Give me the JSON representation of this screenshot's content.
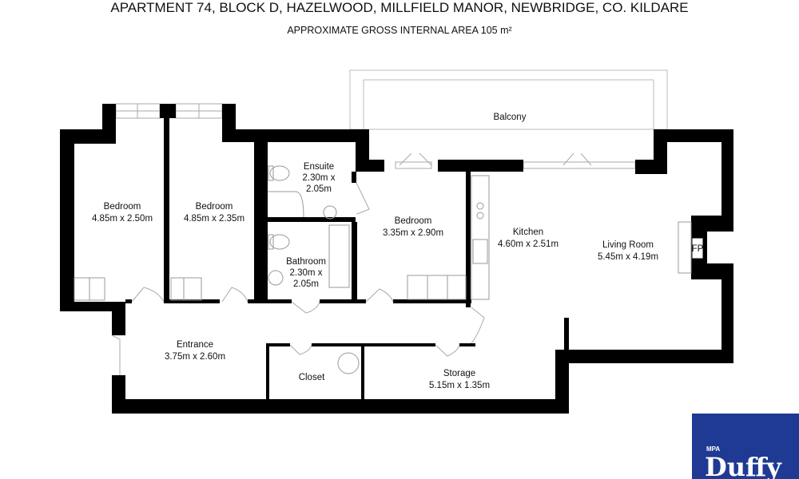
{
  "header": {
    "title": "APARTMENT 74, BLOCK D, HAZELWOOD, MILLFIELD MANOR, NEWBRIDGE, CO. KILDARE",
    "subtitle": "APPROXIMATE GROSS INTERNAL AREA 105 m²"
  },
  "rooms": {
    "balcony": {
      "name": "Balcony"
    },
    "bedroom1": {
      "name": "Bedroom",
      "size": "4.85m x 2.50m"
    },
    "bedroom2": {
      "name": "Bedroom",
      "size": "4.85m x 2.35m"
    },
    "ensuite": {
      "name": "Ensuite",
      "size1": "2.30m x",
      "size2": "2.05m"
    },
    "bathroom": {
      "name": "Bathroom",
      "size1": "2.30m x",
      "size2": "2.05m"
    },
    "bedroom3": {
      "name": "Bedroom",
      "size": "3.35m x 2.90m"
    },
    "kitchen": {
      "name": "Kitchen",
      "size": "4.60m x 2.51m"
    },
    "living": {
      "name": "Living Room",
      "size": "5.45m x 4.19m"
    },
    "fireplace": {
      "name": "FP"
    },
    "entrance": {
      "name": "Entrance",
      "size": "3.75m x 2.60m"
    },
    "closet": {
      "name": "Closet"
    },
    "storage": {
      "name": "Storage",
      "size": "5.15m x 1.35m"
    }
  },
  "logo": {
    "small": "MPA",
    "brand": "Duffy",
    "color": "#1f3a93"
  }
}
